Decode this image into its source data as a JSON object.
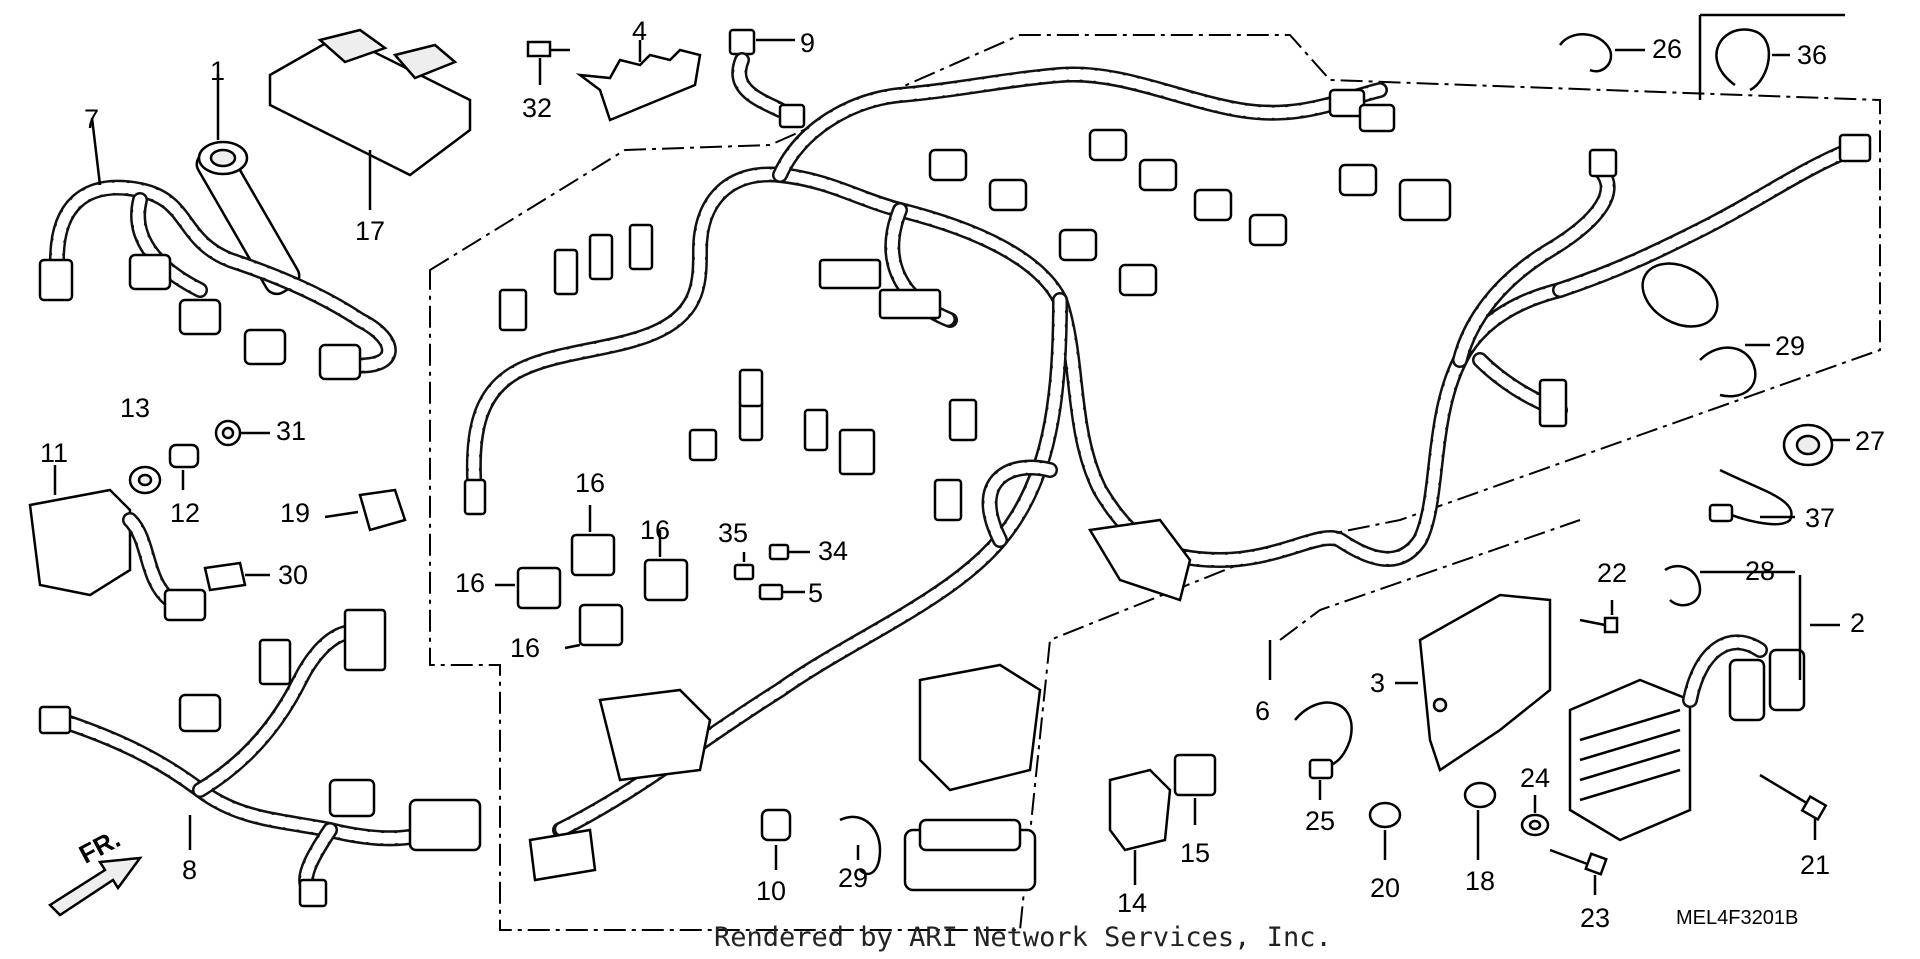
{
  "footer": {
    "rendered_by": "Rendered by ARI Network Services, Inc."
  },
  "diagram_code": "MEL4F3201B",
  "front_marker": "FR.",
  "callouts": [
    {
      "id": "c1",
      "text": "1"
    },
    {
      "id": "c2",
      "text": "2"
    },
    {
      "id": "c3",
      "text": "3"
    },
    {
      "id": "c4",
      "text": "4"
    },
    {
      "id": "c5",
      "text": "5"
    },
    {
      "id": "c6",
      "text": "6"
    },
    {
      "id": "c7",
      "text": "7"
    },
    {
      "id": "c8",
      "text": "8"
    },
    {
      "id": "c9",
      "text": "9"
    },
    {
      "id": "c10",
      "text": "10"
    },
    {
      "id": "c11",
      "text": "11"
    },
    {
      "id": "c12",
      "text": "12"
    },
    {
      "id": "c13",
      "text": "13"
    },
    {
      "id": "c14",
      "text": "14"
    },
    {
      "id": "c15",
      "text": "15"
    },
    {
      "id": "c16a",
      "text": "16"
    },
    {
      "id": "c16b",
      "text": "16"
    },
    {
      "id": "c16c",
      "text": "16"
    },
    {
      "id": "c16d",
      "text": "16"
    },
    {
      "id": "c17",
      "text": "17"
    },
    {
      "id": "c18",
      "text": "18"
    },
    {
      "id": "c19",
      "text": "19"
    },
    {
      "id": "c20",
      "text": "20"
    },
    {
      "id": "c21",
      "text": "21"
    },
    {
      "id": "c22",
      "text": "22"
    },
    {
      "id": "c23",
      "text": "23"
    },
    {
      "id": "c24",
      "text": "24"
    },
    {
      "id": "c25",
      "text": "25"
    },
    {
      "id": "c26",
      "text": "26"
    },
    {
      "id": "c27",
      "text": "27"
    },
    {
      "id": "c28",
      "text": "28"
    },
    {
      "id": "c29a",
      "text": "29"
    },
    {
      "id": "c29b",
      "text": "29"
    },
    {
      "id": "c30",
      "text": "30"
    },
    {
      "id": "c31",
      "text": "31"
    },
    {
      "id": "c32",
      "text": "32"
    },
    {
      "id": "c34",
      "text": "34"
    },
    {
      "id": "c35",
      "text": "35"
    },
    {
      "id": "c36",
      "text": "36"
    },
    {
      "id": "c37",
      "text": "37"
    }
  ]
}
